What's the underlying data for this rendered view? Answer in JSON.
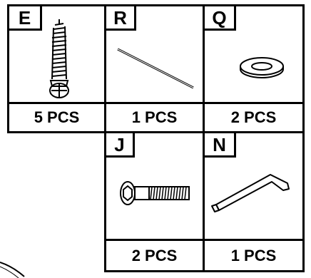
{
  "parts": [
    {
      "id": "E",
      "name": "screw",
      "quantity": "5 PCS",
      "icon": "wood-screw-icon"
    },
    {
      "id": "R",
      "name": "rod",
      "quantity": "1 PCS",
      "icon": "thin-rod-icon"
    },
    {
      "id": "Q",
      "name": "washer",
      "quantity": "2 PCS",
      "icon": "washer-icon"
    },
    {
      "id": "J",
      "name": "bolt",
      "quantity": "2 PCS",
      "icon": "hex-bolt-icon"
    },
    {
      "id": "N",
      "name": "allen key",
      "quantity": "1 PCS",
      "icon": "allen-key-icon"
    }
  ]
}
